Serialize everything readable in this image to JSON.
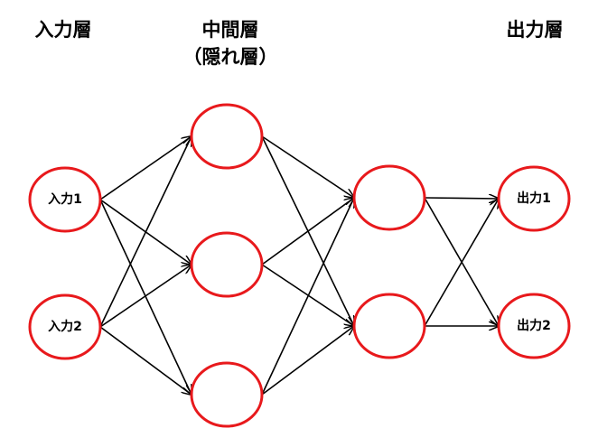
{
  "layers": [
    {
      "title": "入力層",
      "subtitle": "",
      "nodes": [
        "入力1",
        "入力2"
      ]
    },
    {
      "title": "中間層",
      "subtitle": "（隠れ層）",
      "nodes": [
        "",
        "",
        ""
      ]
    },
    {
      "title": "",
      "subtitle": "",
      "nodes": [
        "",
        ""
      ]
    },
    {
      "title": "出力層",
      "subtitle": "",
      "nodes": [
        "出力1",
        "出力2"
      ]
    }
  ],
  "colors": {
    "node_stroke": "#e8191c",
    "edge": "#000000"
  }
}
